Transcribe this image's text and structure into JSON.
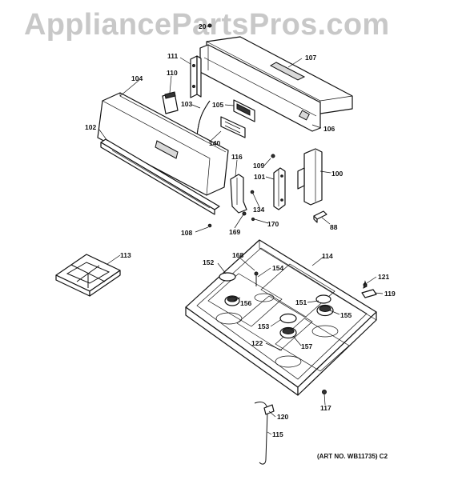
{
  "watermark": "AppliancePartsPros.com",
  "art_number": "(ART NO. WB11735) C2",
  "callouts": [
    {
      "id": "20",
      "text": "20"
    },
    {
      "id": "107",
      "text": "107"
    },
    {
      "id": "111",
      "text": "111"
    },
    {
      "id": "110",
      "text": "110"
    },
    {
      "id": "104",
      "text": "104"
    },
    {
      "id": "103",
      "text": "103"
    },
    {
      "id": "105",
      "text": "105"
    },
    {
      "id": "106",
      "text": "106"
    },
    {
      "id": "102",
      "text": "102"
    },
    {
      "id": "140",
      "text": "140"
    },
    {
      "id": "116",
      "text": "116"
    },
    {
      "id": "109",
      "text": "109"
    },
    {
      "id": "101",
      "text": "101"
    },
    {
      "id": "100",
      "text": "100"
    },
    {
      "id": "134",
      "text": "134"
    },
    {
      "id": "170",
      "text": "170"
    },
    {
      "id": "88",
      "text": "88"
    },
    {
      "id": "108",
      "text": "108"
    },
    {
      "id": "169",
      "text": "169"
    },
    {
      "id": "113",
      "text": "113"
    },
    {
      "id": "168",
      "text": "168"
    },
    {
      "id": "114",
      "text": "114"
    },
    {
      "id": "152",
      "text": "152"
    },
    {
      "id": "154",
      "text": "154"
    },
    {
      "id": "121",
      "text": "121"
    },
    {
      "id": "119",
      "text": "119"
    },
    {
      "id": "156",
      "text": "156"
    },
    {
      "id": "151",
      "text": "151"
    },
    {
      "id": "155",
      "text": "155"
    },
    {
      "id": "153",
      "text": "153"
    },
    {
      "id": "122",
      "text": "122"
    },
    {
      "id": "157",
      "text": "157"
    },
    {
      "id": "117",
      "text": "117"
    },
    {
      "id": "120",
      "text": "120"
    },
    {
      "id": "115",
      "text": "115"
    }
  ]
}
